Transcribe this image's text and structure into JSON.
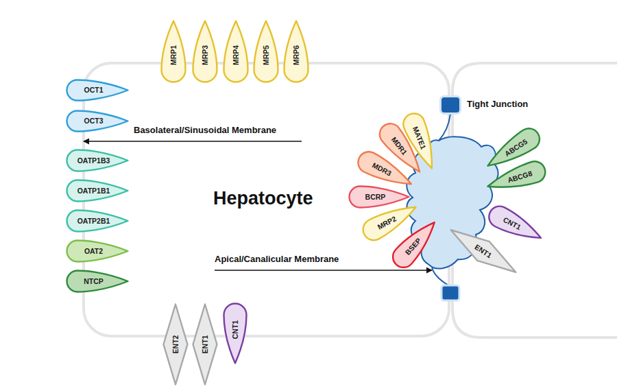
{
  "diagram": {
    "nodes": [
      {
        "text": [
          "Hepatocyte"
        ]
      },
      {
        "text": [
          "MRP1"
        ]
      },
      {
        "text": [
          "MRP3"
        ]
      },
      {
        "text": [
          "MRP4"
        ]
      },
      {
        "text": [
          "MRP5"
        ]
      },
      {
        "text": [
          "MRP6"
        ]
      },
      {
        "text": [
          "OCT1"
        ]
      },
      {
        "text": [
          "OCT3"
        ]
      },
      {
        "text": [
          "OATP1B3"
        ]
      },
      {
        "text": [
          "OATP1B1"
        ]
      },
      {
        "text": [
          "OATP2B1"
        ]
      },
      {
        "text": [
          "OAT2"
        ]
      },
      {
        "text": [
          "NTCP"
        ]
      },
      {
        "text": [
          "Tight Junction"
        ]
      },
      {
        "text": [
          "MATE1"
        ]
      },
      {
        "text": [
          "MDR1"
        ]
      },
      {
        "text": [
          "MDR3"
        ]
      },
      {
        "text": [
          "BCRP"
        ]
      },
      {
        "text": [
          "MRP2"
        ]
      },
      {
        "text": [
          "BSEP"
        ]
      },
      {
        "text": [
          "ABCG5"
        ]
      },
      {
        "text": [
          "ABCG8"
        ]
      },
      {
        "text": [
          "CNT1"
        ]
      },
      {
        "text": [
          "ENT1"
        ]
      },
      {
        "text": [
          "ENT2"
        ]
      },
      {
        "text": [
          "ENT1"
        ]
      },
      {
        "text": [
          "CNT1"
        ]
      }
    ],
    "labels": [
      "Basolateral/Sinusoidal Membrane",
      "Apical/Canalicular Membrane"
    ]
  }
}
